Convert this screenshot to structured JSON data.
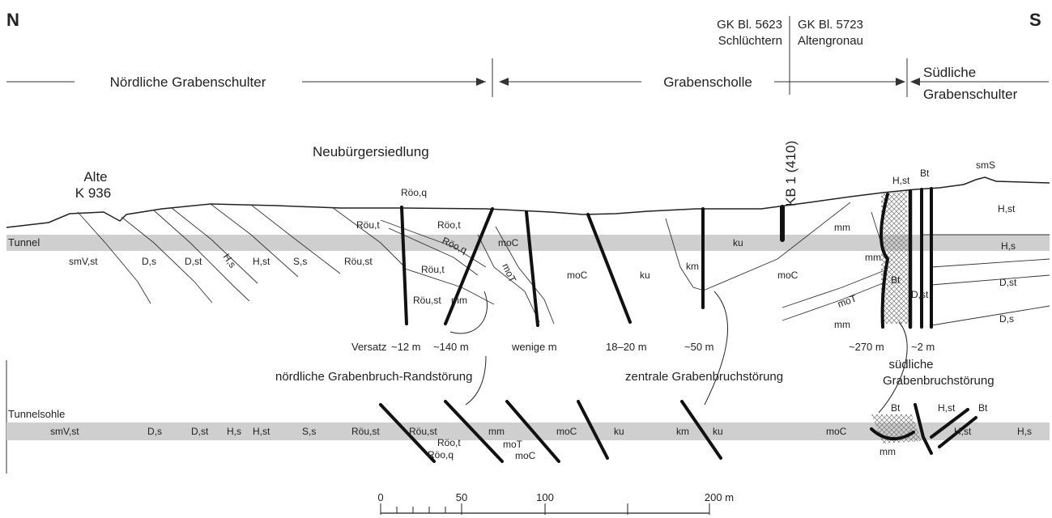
{
  "directions": {
    "north": "N",
    "south": "S"
  },
  "map_sheets": {
    "left_line1": "GK Bl. 5623",
    "left_line2": "Schlüchtern",
    "right_line1": "GK Bl. 5723",
    "right_line2": "Altengronau"
  },
  "regions": {
    "north": "Nördliche Grabenschulter",
    "center": "Grabenscholle",
    "south_line1": "Südliche",
    "south_line2": "Grabenschulter"
  },
  "places": {
    "alte_line1": "Alte",
    "alte_line2": "K 936",
    "settlement": "Neubürgersiedlung",
    "borehole": "KB 1 (410)"
  },
  "section": {
    "tunnel": "Tunnel",
    "labels": [
      "smV,st",
      "D,s",
      "D,st",
      "H,s",
      "H,st",
      "S,s",
      "Röu,st",
      "Röo,q",
      "Röu,t",
      "Röo,t",
      "Röo,q",
      "moT",
      "Röu,t",
      "Röu,st",
      "mm",
      "moC",
      "moC",
      "ku",
      "km",
      "ku",
      "moC",
      "mm",
      "moT",
      "mm",
      "Bt",
      "D,st",
      "mm",
      "H,st",
      "Bt",
      "smS",
      "H,st",
      "H,s",
      "D,st",
      "D,s"
    ]
  },
  "offsets": {
    "versatz": "Versatz",
    "o1": "~12 m",
    "o2": "~140 m",
    "o3": "wenige m",
    "o4": "18–20 m",
    "o5": "~50 m",
    "o6": "~270 m",
    "o7": "~2 m"
  },
  "captions": {
    "north_fault": "nördliche Grabenbruch-Randstörung",
    "central_fault": "zentrale Grabenbruchstörung",
    "south_line1": "südliche",
    "south_line2": "Grabenbruchstörung"
  },
  "sohle": {
    "title": "Tunnelsohle",
    "labels": [
      "smV,st",
      "D,s",
      "D,st",
      "H,s",
      "H,st",
      "S,s",
      "Röu,st",
      "Röu,st",
      "Röo,t",
      "Röo,q",
      "mm",
      "moT",
      "moC",
      "moC",
      "ku",
      "km",
      "ku",
      "moC",
      "mm",
      "Bt",
      "H,st",
      "Bt",
      "H,st",
      "H,s"
    ]
  },
  "scale": {
    "t0": "0",
    "t50": "50",
    "t100": "100",
    "t200": "200 m"
  }
}
